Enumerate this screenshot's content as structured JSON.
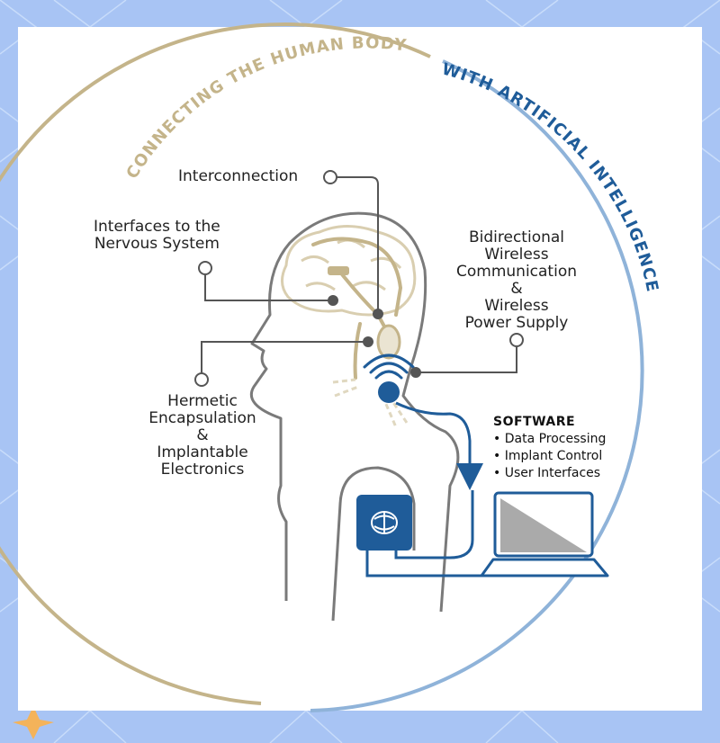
{
  "arc_titles": {
    "left": "CONNECTING THE HUMAN BODY",
    "right": "WITH ARTIFICIAL INTELLIGENCE"
  },
  "labels": {
    "interconnection": "Interconnection",
    "interfaces_line1": "Interfaces to the",
    "interfaces_line2": "Nervous System",
    "wireless_line1": "Bidirectional",
    "wireless_line2": "Wireless",
    "wireless_line3": "Communication",
    "wireless_line4": "&",
    "wireless_line5": "Wireless",
    "wireless_line6": "Power Supply",
    "hermetic_line1": "Hermetic",
    "hermetic_line2": "Encapsulation",
    "hermetic_line3": "&",
    "hermetic_line4": "Implantable",
    "hermetic_line5": "Electronics"
  },
  "software": {
    "title": "SOFTWARE",
    "items": [
      "Data Processing",
      "Implant Control",
      "User Interfaces"
    ]
  },
  "colors": {
    "background": "#a8c4f4",
    "gold": "#c4b48a",
    "blue": "#1f5c99",
    "light_blue": "#8fb3d9",
    "gray": "#777777"
  }
}
